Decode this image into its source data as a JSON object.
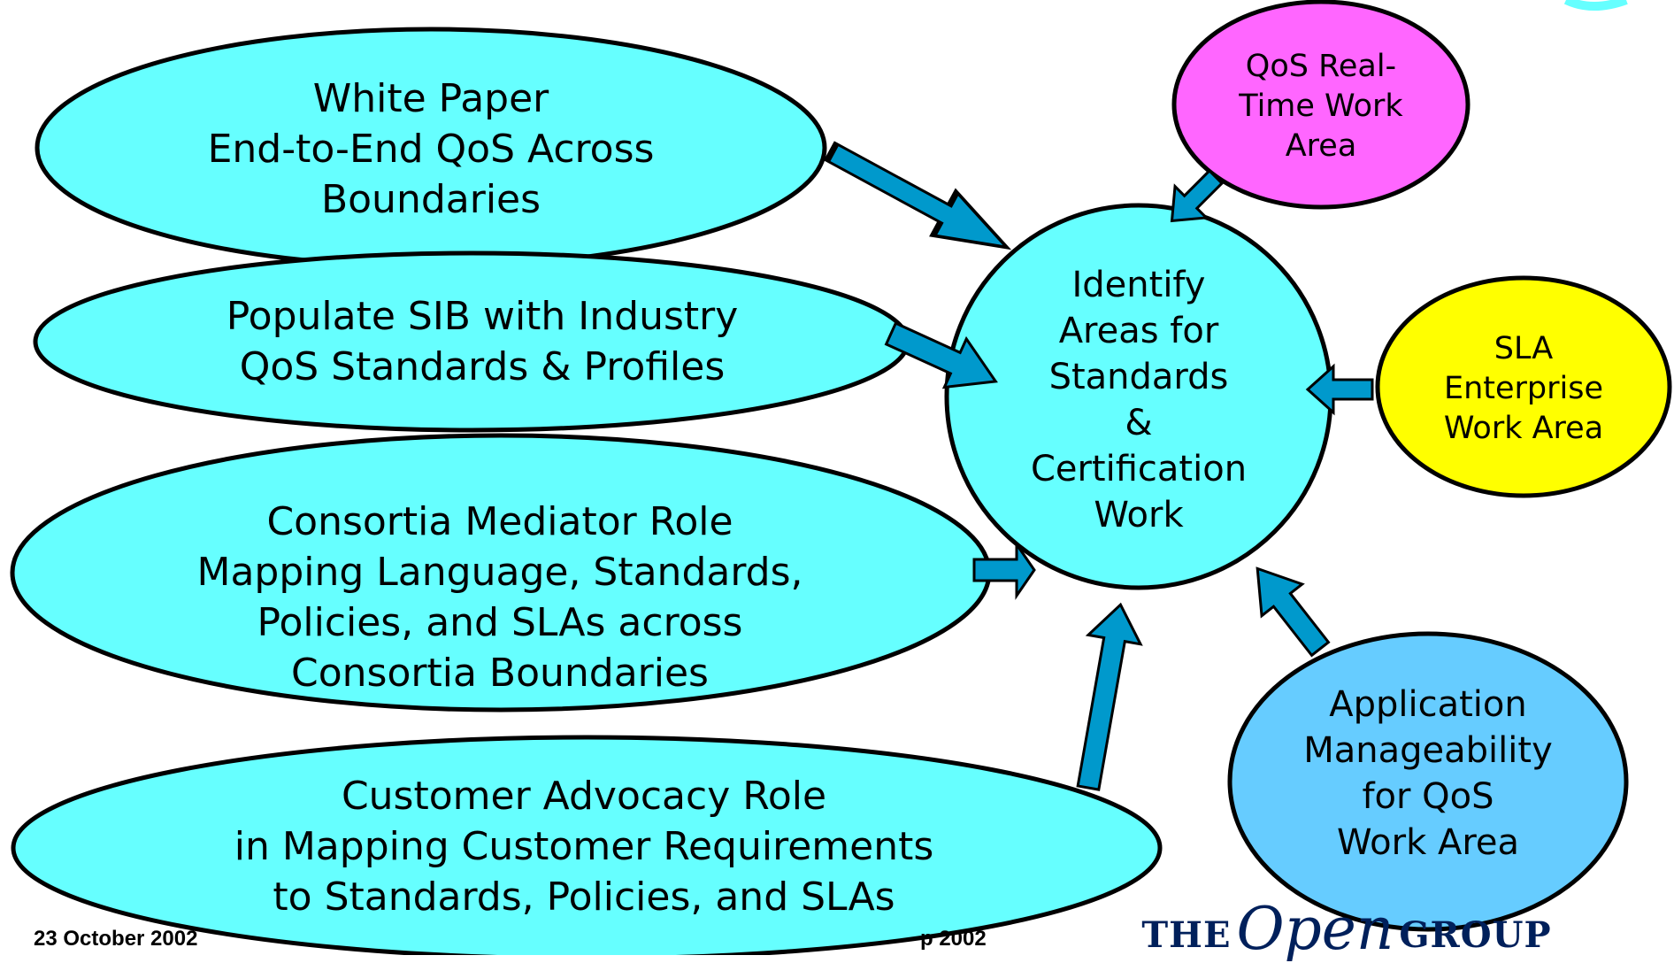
{
  "nodes": {
    "white_paper": {
      "text": "White Paper\nEnd-to-End QoS Across\nBoundaries",
      "fill": "#66ffff"
    },
    "populate_sib": {
      "text": "Populate SIB with Industry\nQoS Standards & Profiles",
      "fill": "#66ffff"
    },
    "consortia_mediator": {
      "text": "Consortia Mediator Role\nMapping Language, Standards,\nPolicies, and SLAs across\nConsortia Boundaries",
      "fill": "#66ffff"
    },
    "customer_advocacy": {
      "text": "Customer Advocacy Role\nin Mapping Customer Requirements\nto Standards, Policies, and SLAs",
      "fill": "#66ffff"
    },
    "identify_areas": {
      "text": "Identify\nAreas for\nStandards\n&\nCertification\nWork",
      "fill": "#66ffff"
    },
    "qos_realtime": {
      "text": "QoS Real-\nTime Work\nArea",
      "fill": "#ff66ff"
    },
    "sla_enterprise": {
      "text": "SLA\nEnterprise\nWork Area",
      "fill": "#ffff00"
    },
    "app_manageability": {
      "text": "Application\nManageability\nfor QoS\nWork Area",
      "fill": "#66ccff"
    }
  },
  "arrow_color": "#0099cc",
  "footer": {
    "date": "23 October 2002",
    "tail": "p 2002"
  },
  "logo": {
    "the": "THE",
    "open": "Open",
    "group": "GROUP"
  }
}
